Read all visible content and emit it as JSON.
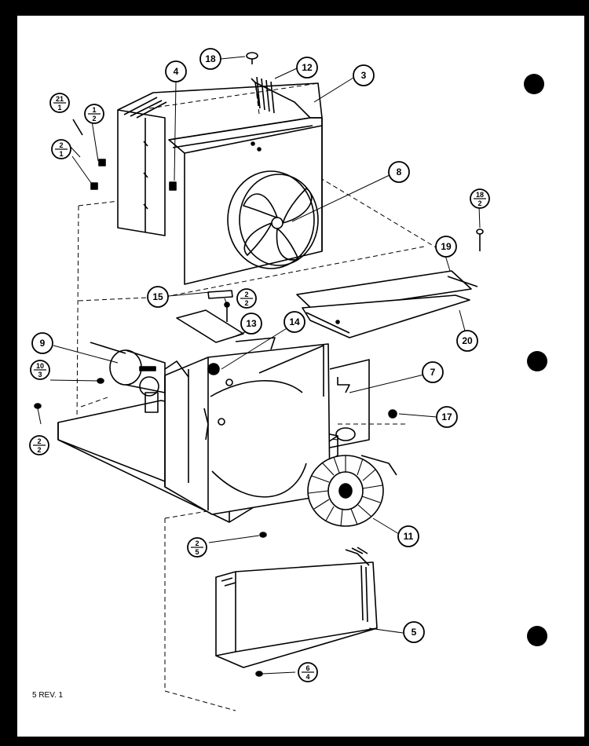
{
  "drawing": {
    "footer_label": "5 REV. 1"
  },
  "callouts": [
    {
      "id": "c18",
      "label": "18"
    },
    {
      "id": "c12",
      "label": "12"
    },
    {
      "id": "c3",
      "label": "3"
    },
    {
      "id": "c4",
      "label": "4"
    },
    {
      "id": "c8",
      "label": "8"
    },
    {
      "id": "c19",
      "label": "19"
    },
    {
      "id": "c15",
      "label": "15"
    },
    {
      "id": "c13",
      "label": "13"
    },
    {
      "id": "c14",
      "label": "14"
    },
    {
      "id": "c20",
      "label": "20"
    },
    {
      "id": "c9",
      "label": "9"
    },
    {
      "id": "c7",
      "label": "7"
    },
    {
      "id": "c17",
      "label": "17"
    },
    {
      "id": "c11",
      "label": "11"
    },
    {
      "id": "c5",
      "label": "5"
    }
  ],
  "fraction_callouts": [
    {
      "id": "f21_1",
      "top": "21",
      "bottom": "1"
    },
    {
      "id": "f1_2",
      "top": "1",
      "bottom": "2"
    },
    {
      "id": "f2_1",
      "top": "2",
      "bottom": "1"
    },
    {
      "id": "f18_2",
      "top": "18",
      "bottom": "2"
    },
    {
      "id": "f2_2a",
      "top": "2",
      "bottom": "2"
    },
    {
      "id": "f10_3",
      "top": "10",
      "bottom": "3"
    },
    {
      "id": "f2_2b",
      "top": "2",
      "bottom": "2"
    },
    {
      "id": "f2_5",
      "top": "2",
      "bottom": "5"
    },
    {
      "id": "f6_4",
      "top": "6",
      "bottom": "4"
    }
  ]
}
